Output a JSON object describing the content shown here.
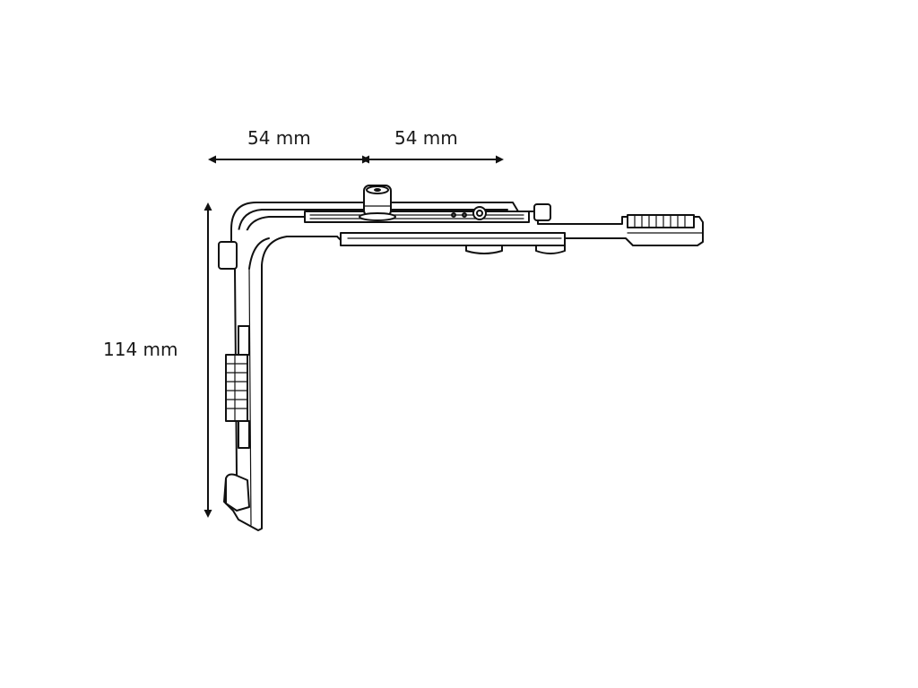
{
  "dimensions": {
    "width_left": "54 mm",
    "width_right": "54 mm",
    "height": "114 mm"
  }
}
